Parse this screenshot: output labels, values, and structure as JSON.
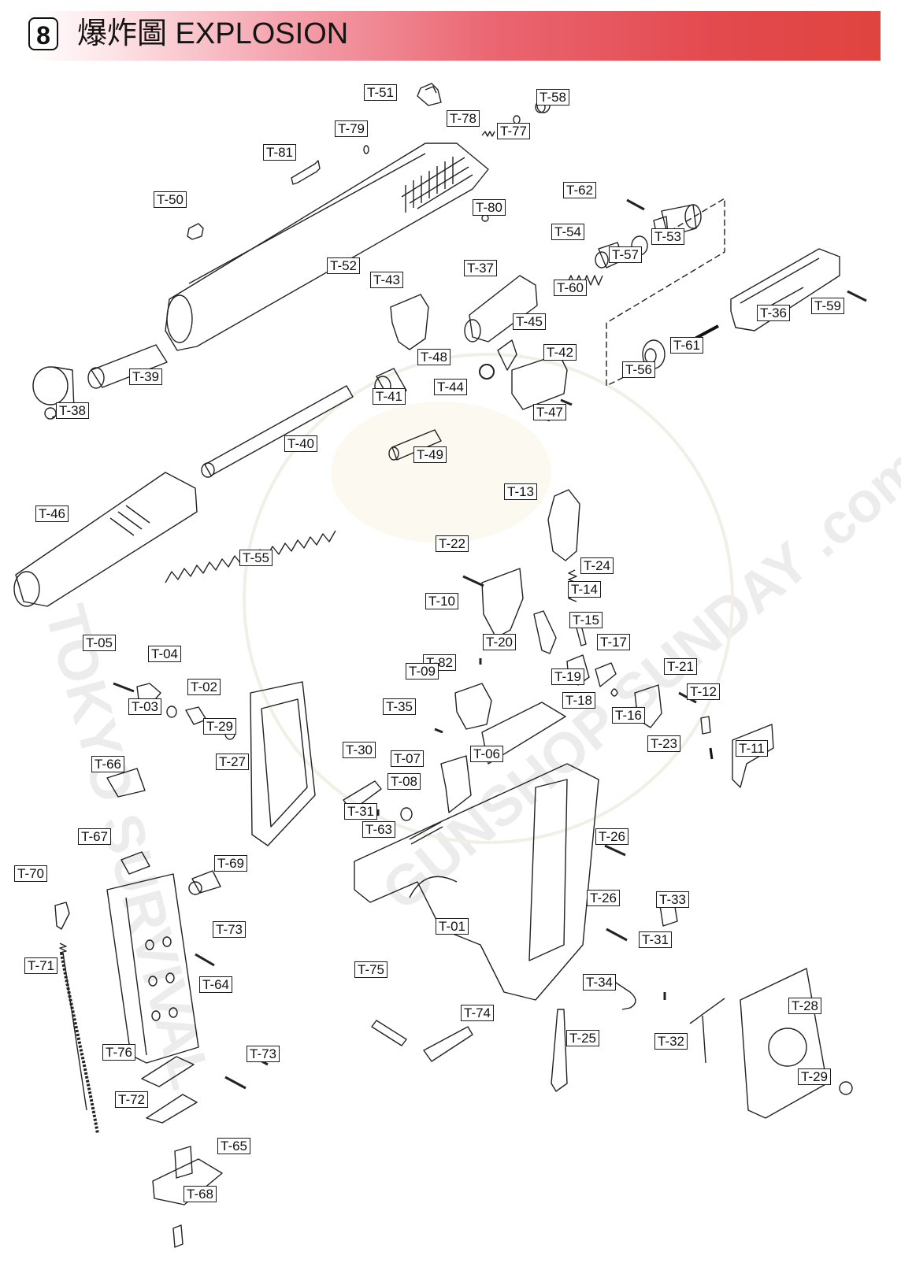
{
  "header": {
    "section_number": "8",
    "title": "爆炸圖 EXPLOSION",
    "gradient_start": "#ffffff",
    "gradient_end": "#e0443f"
  },
  "watermark": {
    "text_left": "TOKYO SURVIVAL",
    "text_right": "GUNSHOP SUNDAY .com"
  },
  "labels": {
    "T51": "T-51",
    "T58": "T-58",
    "T78": "T-78",
    "T77": "T-77",
    "T79": "T-79",
    "T81": "T-81",
    "T50": "T-50",
    "T80": "T-80",
    "T62": "T-62",
    "T53": "T-53",
    "T54": "T-54",
    "T57": "T-57",
    "T52": "T-52",
    "T37": "T-37",
    "T43": "T-43",
    "T60": "T-60",
    "T36": "T-36",
    "T59": "T-59",
    "T45": "T-45",
    "T61": "T-61",
    "T42": "T-42",
    "T48": "T-48",
    "T56": "T-56",
    "T39": "T-39",
    "T44": "T-44",
    "T41": "T-41",
    "T47": "T-47",
    "T38": "T-38",
    "T40": "T-40",
    "T49": "T-49",
    "T13": "T-13",
    "T46": "T-46",
    "T22": "T-22",
    "T55": "T-55",
    "T24": "T-24",
    "T14": "T-14",
    "T10": "T-10",
    "T15": "T-15",
    "T05": "T-05",
    "T82": "T-82",
    "T20": "T-20",
    "T17": "T-17",
    "T04": "T-04",
    "T21": "T-21",
    "T09": "T-09",
    "T19": "T-19",
    "T02": "T-02",
    "T18": "T-18",
    "T12": "T-12",
    "T03": "T-03",
    "T35": "T-35",
    "T16": "T-16",
    "T29a": "T-29",
    "T23": "T-23",
    "T11": "T-11",
    "T30": "T-30",
    "T06": "T-06",
    "T27": "T-27",
    "T07": "T-07",
    "T66": "T-66",
    "T08": "T-08",
    "T31a": "T-31",
    "T63": "T-63",
    "T67": "T-67",
    "T26a": "T-26",
    "T69": "T-69",
    "T70": "T-70",
    "T26b": "T-26",
    "T33": "T-33",
    "T73a": "T-73",
    "T01": "T-01",
    "T31b": "T-31",
    "T71": "T-71",
    "T75": "T-75",
    "T34": "T-34",
    "T64": "T-64",
    "T28": "T-28",
    "T74": "T-74",
    "T25": "T-25",
    "T32": "T-32",
    "T76": "T-76",
    "T73b": "T-73",
    "T29b": "T-29",
    "T72": "T-72",
    "T65": "T-65",
    "T68": "T-68"
  }
}
